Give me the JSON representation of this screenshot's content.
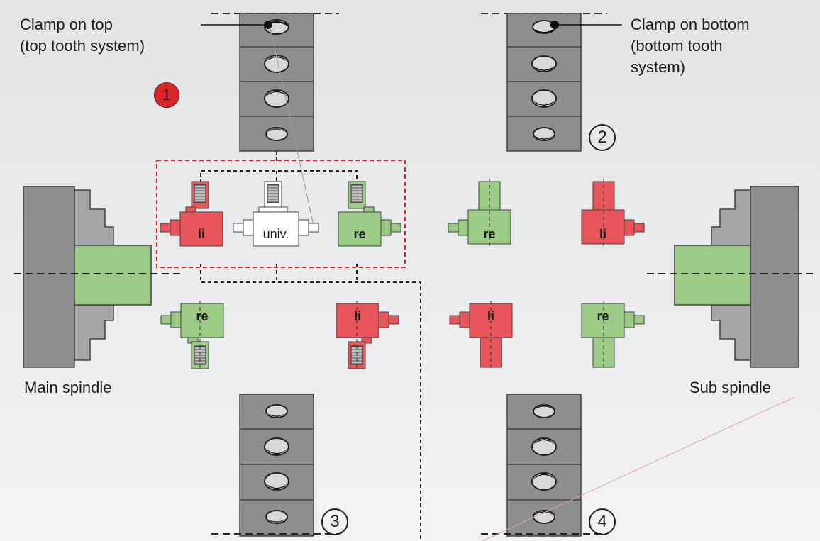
{
  "labels": {
    "clamp_top_line1": "Clamp on top",
    "clamp_top_line2": "(top tooth system)",
    "clamp_bottom_line1": "Clamp on bottom",
    "clamp_bottom_line2": "(bottom tooth",
    "clamp_bottom_line3": "system)",
    "main_spindle": "Main spindle",
    "sub_spindle": "Sub spindle"
  },
  "markers": {
    "m1": "1",
    "m2": "2",
    "m3": "3",
    "m4": "4"
  },
  "holders": {
    "top_left": "li",
    "top_univ": "univ.",
    "top_right": "re",
    "top_center_right": "re",
    "top_far_right": "li",
    "bottom_left": "re",
    "bottom_center_left": "li",
    "bottom_center_right": "li",
    "bottom_far_right": "re"
  },
  "colors": {
    "red_holder": "#e8565b",
    "green_holder": "#9ccb86",
    "white_holder": "#ffffff",
    "turret_block": "#8d8e90",
    "spindle_green": "#9ccb86",
    "highlight_box": "#e02020"
  }
}
